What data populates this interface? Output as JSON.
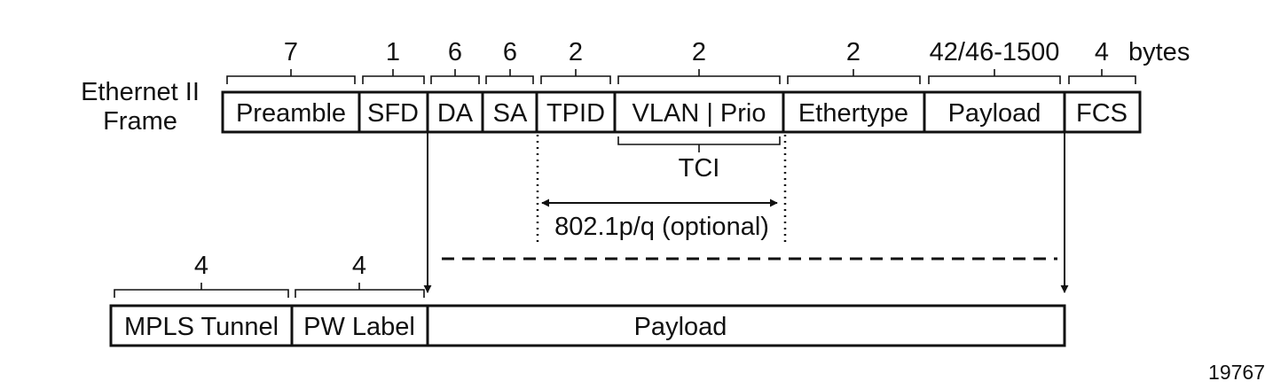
{
  "frame_label_line1": "Ethernet II",
  "frame_label_line2": "Frame",
  "bytes_unit": "bytes",
  "ethernet_fields": [
    {
      "name": "Preamble",
      "bytes": "7"
    },
    {
      "name": "SFD",
      "bytes": "1"
    },
    {
      "name": "DA",
      "bytes": "6"
    },
    {
      "name": "SA",
      "bytes": "6"
    },
    {
      "name": "TPID",
      "bytes": "2"
    },
    {
      "name": "VLAN | Prio",
      "bytes": "2"
    },
    {
      "name": "Ethertype",
      "bytes": "2"
    },
    {
      "name": "Payload",
      "bytes": "42/46-1500"
    },
    {
      "name": "FCS",
      "bytes": "4"
    }
  ],
  "tci_label": "TCI",
  "optional_label": "802.1p/q (optional)",
  "mpls_fields": [
    {
      "name": "MPLS Tunnel",
      "bytes": "4"
    },
    {
      "name": "PW Label",
      "bytes": "4"
    },
    {
      "name": "Payload",
      "bytes": ""
    }
  ],
  "figure_id": "19767"
}
